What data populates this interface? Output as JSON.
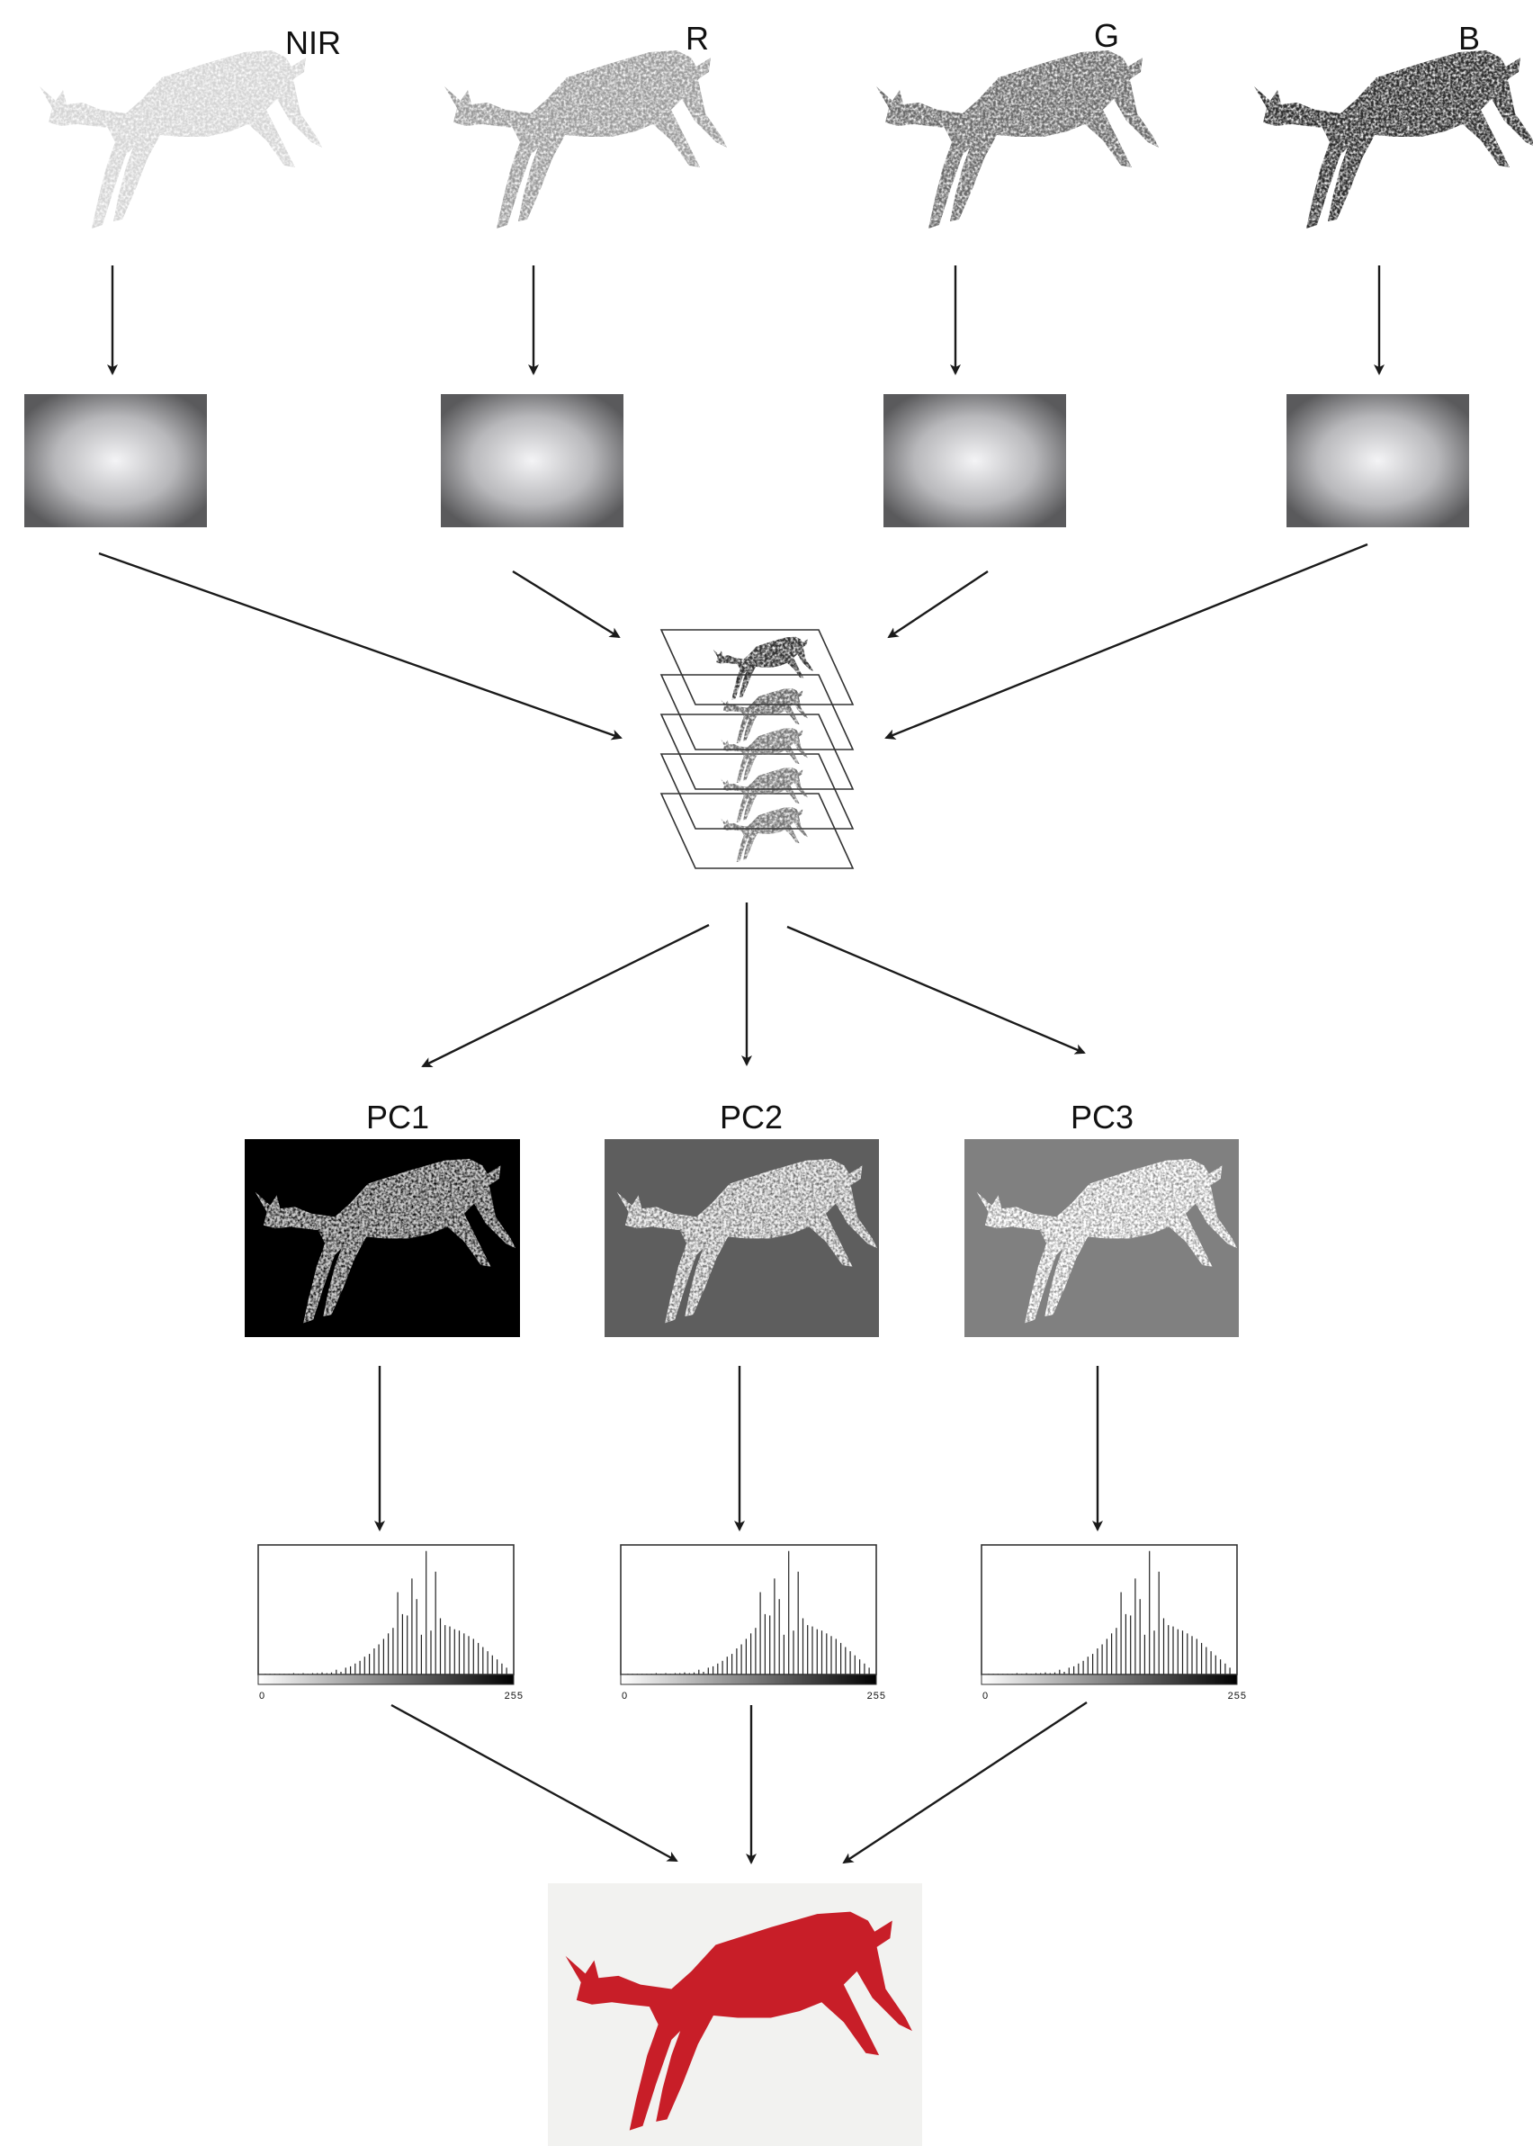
{
  "bands": [
    {
      "label": "NIR",
      "tone": "#d4d4d4"
    },
    {
      "label": "R",
      "tone": "#9a9a9a"
    },
    {
      "label": "G",
      "tone": "#6a6a6a"
    },
    {
      "label": "B",
      "tone": "#2e2e2e"
    }
  ],
  "components": [
    {
      "label": "PC1",
      "background": "#000000",
      "figure": "#c8c8c8"
    },
    {
      "label": "PC2",
      "background": "#5e5e5e",
      "figure": "#f0f0f0"
    },
    {
      "label": "PC3",
      "background": "#808080",
      "figure": "#ffffff"
    }
  ],
  "histogram": {
    "axis_min": "0",
    "axis_max": "255",
    "bins": [
      1,
      1,
      1,
      1,
      1,
      1,
      2,
      1,
      2,
      1,
      2,
      2,
      3,
      2,
      3,
      7,
      4,
      10,
      12,
      16,
      20,
      26,
      30,
      38,
      44,
      52,
      60,
      68,
      120,
      88,
      86,
      140,
      110,
      58,
      180,
      64,
      150,
      82,
      72,
      70,
      66,
      64,
      60,
      56,
      52,
      46,
      40,
      34,
      28,
      22,
      16,
      10
    ]
  },
  "colors": {
    "arrow": "#1a1a1a",
    "composite_background": "#f2f2f0",
    "composite_red": "#c81e28",
    "composite_cyan": "#3fd9d0",
    "composite_green": "#9be07a",
    "composite_magenta": "#9a2a6e"
  }
}
